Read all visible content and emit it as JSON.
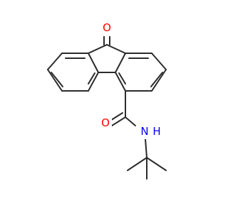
{
  "structure": {
    "atoms": [
      {
        "id": "carbonyl-oxygen",
        "text": "O",
        "color": "#ff0000"
      },
      {
        "id": "amide-oxygen",
        "text": "O",
        "color": "#ff0000"
      },
      {
        "id": "amide-nitrogen",
        "text": "N",
        "color": "#0000ff"
      },
      {
        "id": "amide-hydrogen",
        "text": "H",
        "color": "#0000ff"
      }
    ],
    "bond_color": "#2b2b2b",
    "background": "#ffffff"
  }
}
